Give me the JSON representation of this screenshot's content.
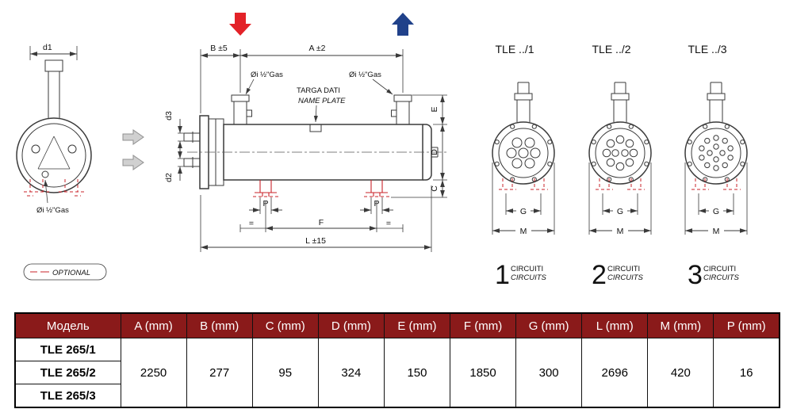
{
  "colors": {
    "line": "#3a3a3a",
    "red_accent": "#c9232a",
    "inlet_arrow_red": "#e32228",
    "outlet_arrow_blue": "#20418a",
    "gray_arrow": "#d0d0d0",
    "table_header_bg": "#8a1a1a",
    "table_header_text": "#ffffff"
  },
  "drawing": {
    "left_view": {
      "dim_d1": "d1",
      "gas_label": "Øi ½\"Gas"
    },
    "main_view": {
      "dim_b": "B ±5",
      "dim_a": "A ±2",
      "gas_left": "Øi ½\"Gas",
      "gas_right": "Øi ½\"Gas",
      "nameplate_it": "TARGA DATI",
      "nameplate_en": "NAME PLATE",
      "dim_d3": "d3",
      "dim_d2": "d2",
      "dim_e": "E",
      "dim_d": "D",
      "dim_c": "C",
      "dim_p_left": "P",
      "dim_p_right": "P",
      "dim_f": "F",
      "dim_l": "L ±15",
      "eq_left": "=",
      "eq_right": "="
    },
    "legend_optional": "OPTIONAL",
    "end_views": [
      {
        "title": "TLE ../1",
        "dim_g": "G",
        "dim_m": "M",
        "count": "1",
        "circuits_it": "CIRCUITI",
        "circuits_en": "CIRCUITS"
      },
      {
        "title": "TLE ../2",
        "dim_g": "G",
        "dim_m": "M",
        "count": "2",
        "circuits_it": "CIRCUITI",
        "circuits_en": "CIRCUITS"
      },
      {
        "title": "TLE ../3",
        "dim_g": "G",
        "dim_m": "M",
        "count": "3",
        "circuits_it": "CIRCUITI",
        "circuits_en": "CIRCUITS"
      }
    ]
  },
  "table": {
    "headers": [
      "Модель",
      "A (mm)",
      "B (mm)",
      "C (mm)",
      "D (mm)",
      "E (mm)",
      "F (mm)",
      "G (mm)",
      "L (mm)",
      "M (mm)",
      "P (mm)"
    ],
    "rows": [
      "TLE 265/1",
      "TLE 265/2",
      "TLE 265/3"
    ],
    "values": {
      "A": "2250",
      "B": "277",
      "C": "95",
      "D": "324",
      "E": "150",
      "F": "1850",
      "G": "300",
      "L": "2696",
      "M": "420",
      "P": "16"
    }
  }
}
